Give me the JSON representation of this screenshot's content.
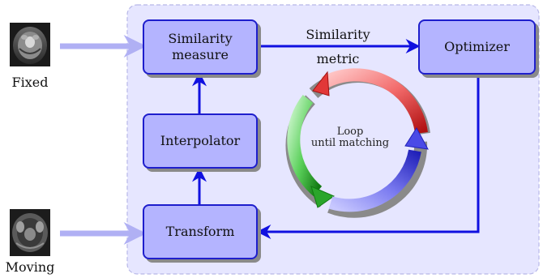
{
  "inputs": {
    "fixed_label": "Fixed",
    "moving_label": "Moving"
  },
  "boxes": {
    "similarity_line1": "Similarity",
    "similarity_line2": "measure",
    "interpolator": "Interpolator",
    "transform": "Transform",
    "optimizer": "Optimizer"
  },
  "edge_labels": {
    "similarity": "Similarity",
    "metric": "metric"
  },
  "loop": {
    "line1": "Loop",
    "line2": "until matching"
  },
  "colors": {
    "region_fill": "#e6e6ff",
    "region_border": "#b8b8e8",
    "box_fill": "#b4b4ff",
    "box_border": "#1e1ecc",
    "arrow": "#1010e0",
    "input_arrow": "#b0b0f4",
    "loop_red": "#e23838",
    "loop_green": "#2aa52a",
    "loop_blue": "#4a4ae6"
  },
  "icons": {
    "fixed": "brain-scan-thumbnail",
    "moving": "pelvis-scan-thumbnail"
  }
}
